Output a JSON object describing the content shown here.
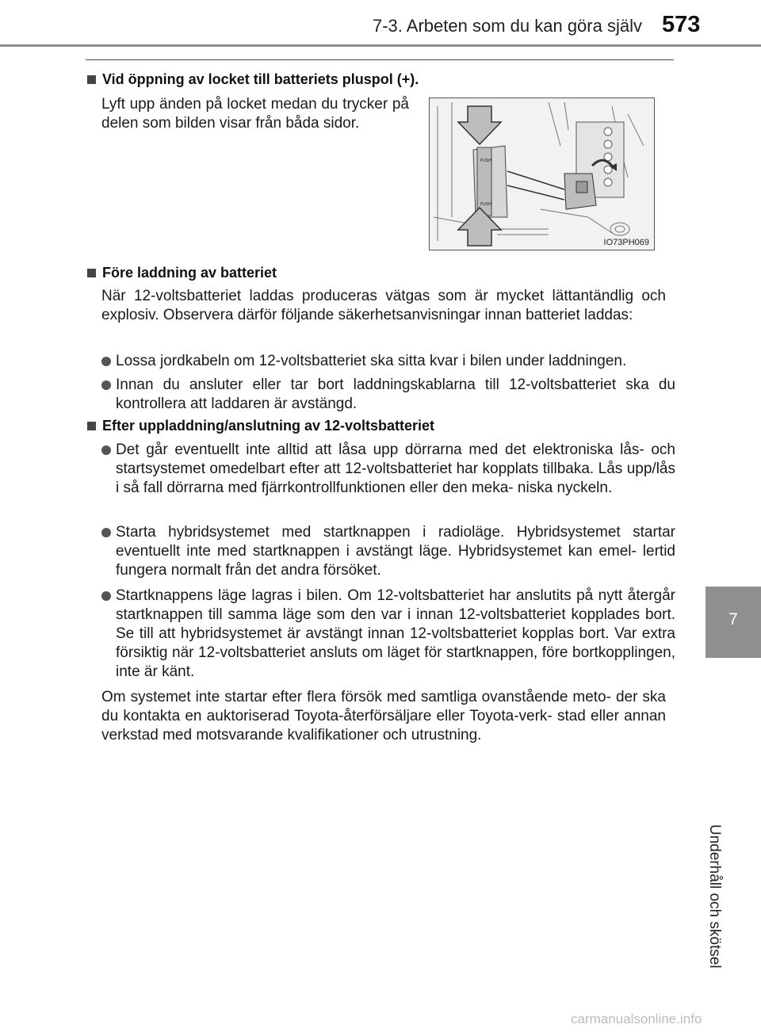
{
  "header": {
    "title": "7-3. Arbeten som du kan göra själv",
    "page_number": "573"
  },
  "side_tab": {
    "chapter": "7",
    "label": "Underhåll och skötsel"
  },
  "section1": {
    "heading": "Vid öppning av locket till batteriets pluspol (+).",
    "body": "Lyft upp änden på locket medan du trycker på delen som bilden visar från båda sidor.",
    "figure_code": "IO73PH069",
    "push_label": "PUSH"
  },
  "section2": {
    "heading": "Före laddning av batteriet",
    "body": "När 12-voltsbatteriet laddas produceras vätgas som är mycket lättantändlig och explosiv. Observera därför följande säkerhetsanvisningar innan batteriet laddas:",
    "bullets": [
      "Lossa jordkabeln om 12-voltsbatteriet ska sitta kvar i bilen under laddningen.",
      "Innan du ansluter eller tar bort laddningskablarna till 12-voltsbatteriet ska du kontrollera att laddaren är avstängd."
    ]
  },
  "section3": {
    "heading": "Efter uppladdning/anslutning av 12-voltsbatteriet",
    "bullets": [
      "Det går eventuellt inte alltid att låsa upp dörrarna med det elektroniska lås- och startsystemet omedelbart efter att 12-voltsbatteriet har kopplats tillbaka. Lås upp/lås i så fall dörrarna med fjärrkontrollfunktionen eller den meka- niska nyckeln.",
      "Starta hybridsystemet med startknappen i radioläge. Hybridsystemet startar eventuellt inte med startknappen i avstängt läge. Hybridsystemet kan emel- lertid fungera normalt från det andra försöket.",
      "Startknappens läge lagras i bilen. Om 12-voltsbatteriet har anslutits på nytt återgår startknappen till samma läge som den var i innan 12-voltsbatteriet kopplades bort. Se till att hybridsystemet är avstängt innan 12-voltsbatteriet kopplas bort. Var extra försiktig när 12-voltsbatteriet ansluts om läget för startknappen, före bortkopplingen, inte är känt."
    ],
    "closing": "Om systemet inte startar efter flera försök med samtliga ovanstående meto- der ska du kontakta en auktoriserad Toyota-återförsäljare eller Toyota-verk- stad eller annan verkstad med motsvarande kvalifikationer och utrustning."
  },
  "watermark": "carmanualsonline.info"
}
